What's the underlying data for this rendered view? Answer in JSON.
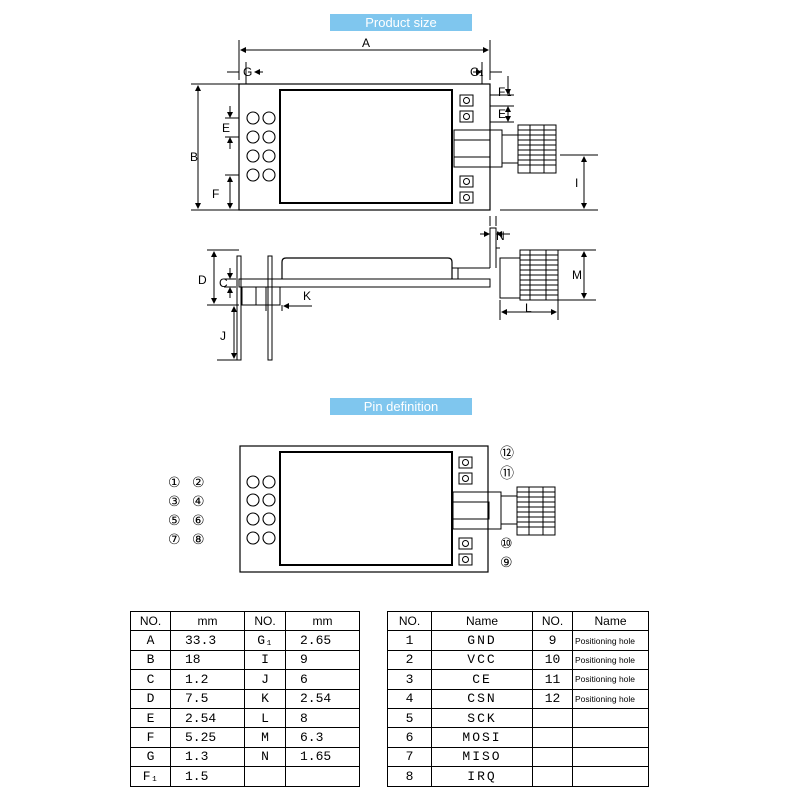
{
  "banners": {
    "product_size": "Product size",
    "pin_definition": "Pin definition"
  },
  "dim_labels": {
    "A": "A",
    "B": "B",
    "C": "C",
    "D": "D",
    "E": "E",
    "F": "F",
    "G": "G",
    "G1": "G",
    "G1_sub": "1",
    "F1": "F",
    "F1_sub": "1",
    "I": "I",
    "J": "J",
    "K": "K",
    "L": "L",
    "M": "M",
    "N": "N"
  },
  "pin_markers": {
    "p1": "①",
    "p2": "②",
    "p3": "③",
    "p4": "④",
    "p5": "⑤",
    "p6": "⑥",
    "p7": "⑦",
    "p8": "⑧",
    "p9": "⑨",
    "p10": "⑩",
    "p11": "⑪",
    "p12": "⑫"
  },
  "size_table": {
    "headers": [
      "NO.",
      "mm",
      "NO.",
      "mm"
    ],
    "rows": [
      [
        "A",
        "33.3",
        "G₁",
        "2.65"
      ],
      [
        "B",
        "18",
        "I",
        "9"
      ],
      [
        "C",
        "1.2",
        "J",
        "6"
      ],
      [
        "D",
        "7.5",
        "K",
        "2.54"
      ],
      [
        "E",
        "2.54",
        "L",
        "8"
      ],
      [
        "F",
        "5.25",
        "M",
        "6.3"
      ],
      [
        "G",
        "1.3",
        "N",
        "1.65"
      ],
      [
        "F₁",
        "1.5",
        "",
        ""
      ]
    ]
  },
  "pin_table": {
    "headers": [
      "NO.",
      "Name",
      "NO.",
      "Name"
    ],
    "rows": [
      [
        "1",
        "GND",
        "9",
        "Positioning hole"
      ],
      [
        "2",
        "VCC",
        "10",
        "Positioning hole"
      ],
      [
        "3",
        "CE",
        "11",
        "Positioning hole"
      ],
      [
        "4",
        "CSN",
        "12",
        "Positioning hole"
      ],
      [
        "5",
        "SCK",
        "",
        ""
      ],
      [
        "6",
        "MOSI",
        "",
        ""
      ],
      [
        "7",
        "MISO",
        "",
        ""
      ],
      [
        "8",
        "IRQ",
        "",
        ""
      ]
    ]
  }
}
